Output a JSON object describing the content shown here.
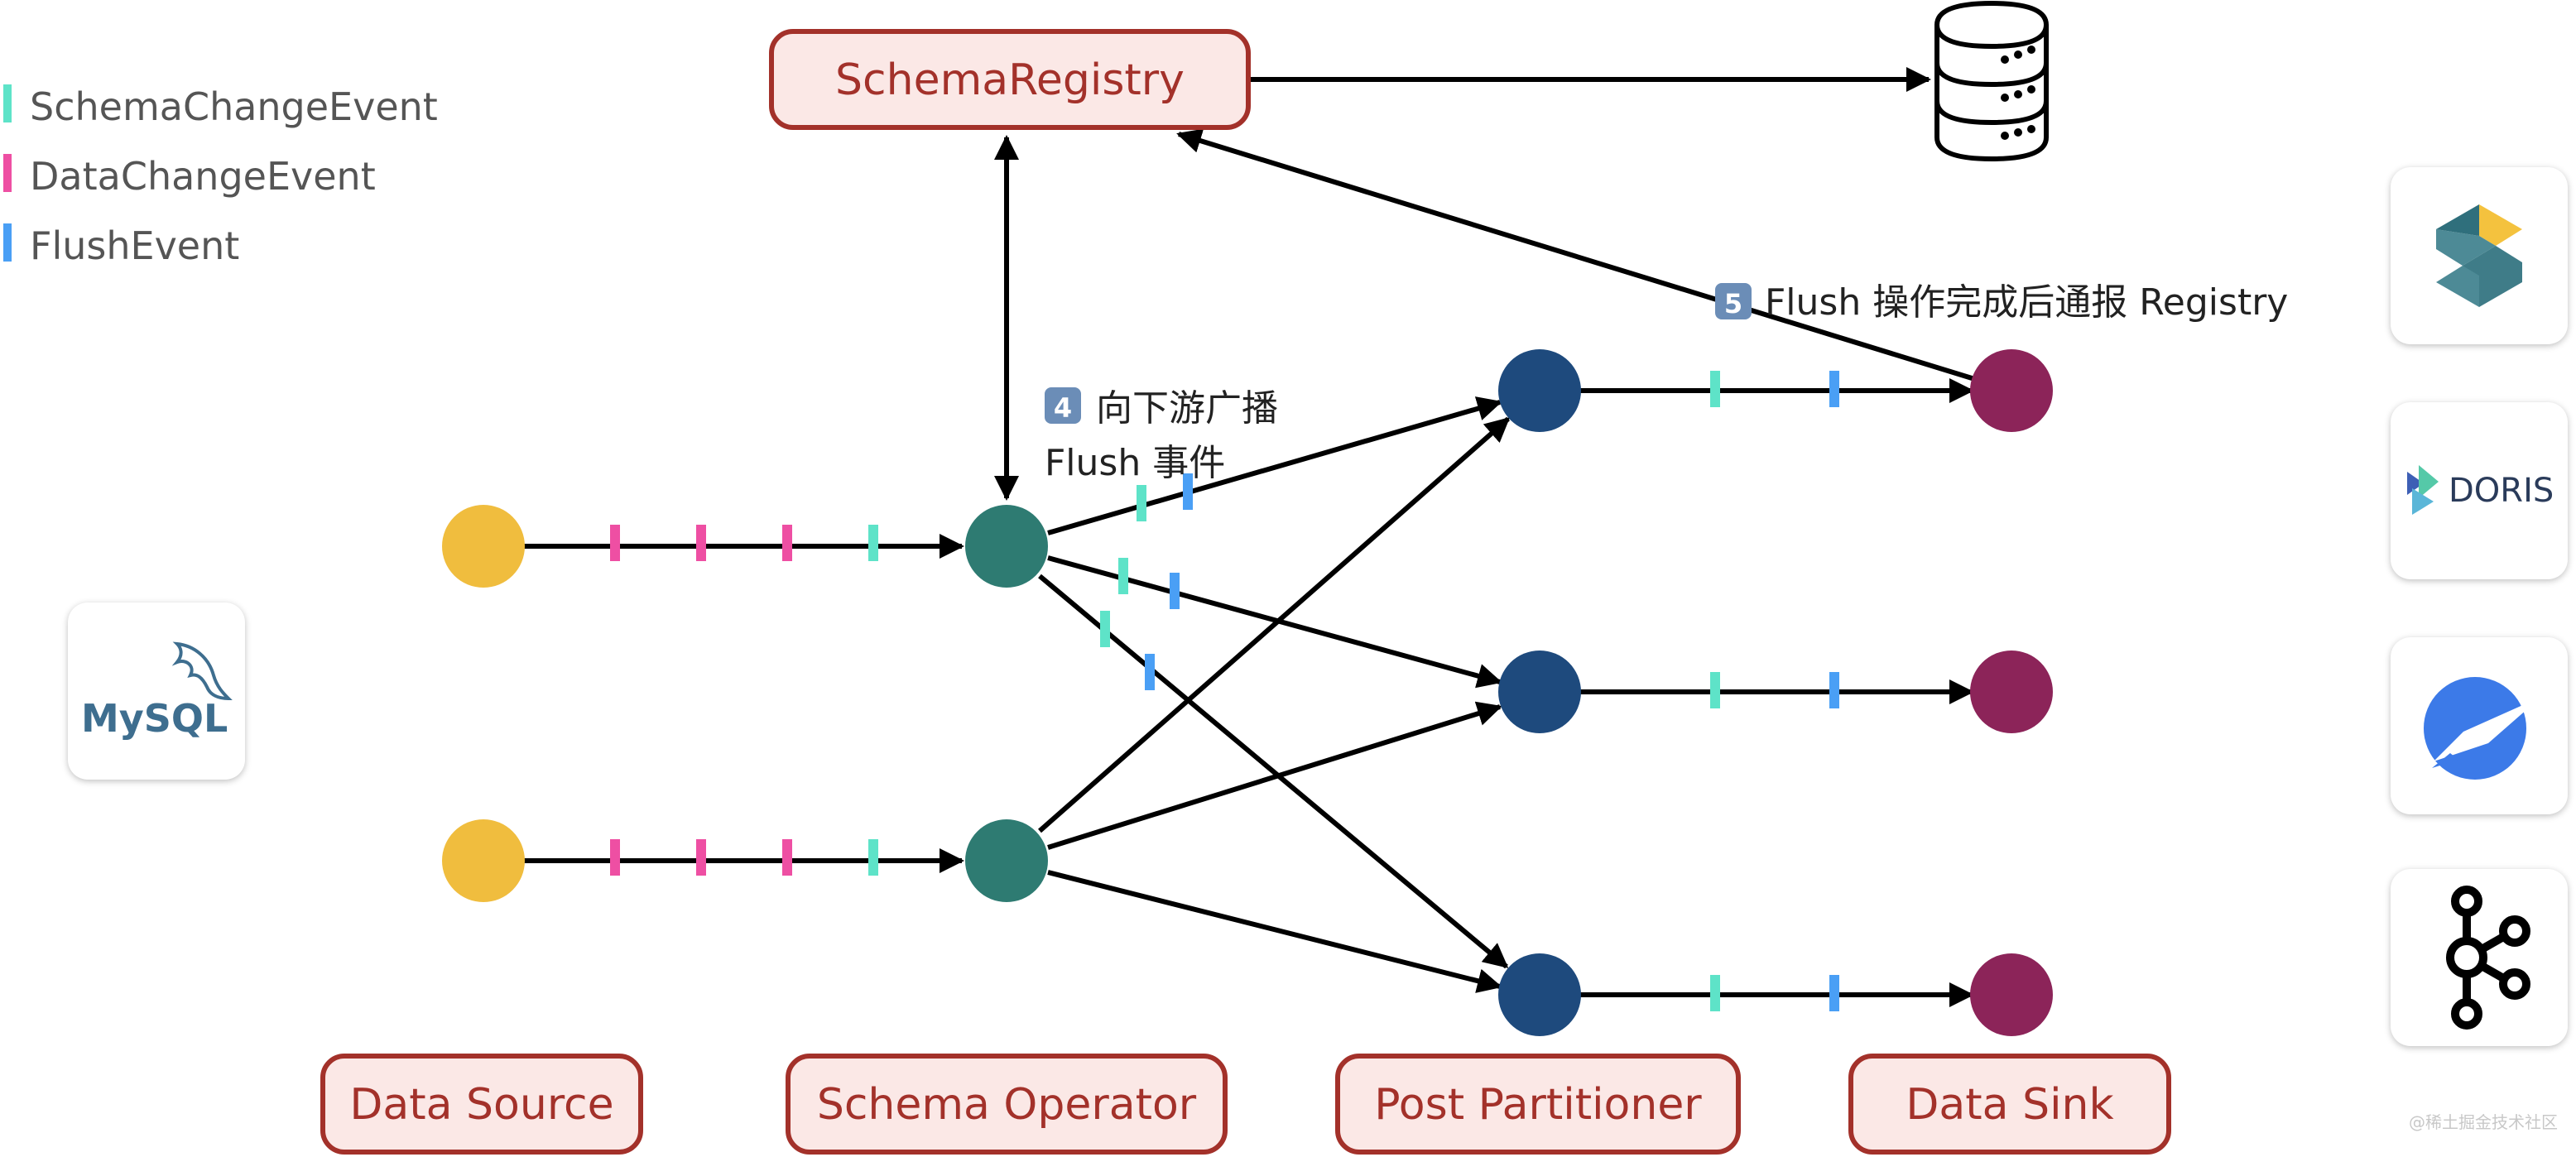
{
  "legend": [
    {
      "label": "SchemaChangeEvent",
      "color": "#5ee3c8"
    },
    {
      "label": "DataChangeEvent",
      "color": "#ee4fa3"
    },
    {
      "label": "FlushEvent",
      "color": "#4a9ff5"
    }
  ],
  "schema_registry": {
    "label": "SchemaRegistry"
  },
  "stages": {
    "data_source": "Data Source",
    "schema_operator": "Schema Operator",
    "post_partitioner": "Post Partitioner",
    "data_sink": "Data Sink"
  },
  "annotations": {
    "step4_badge": "4",
    "step4_line1": "向下游广播",
    "step4_line2": "Flush 事件",
    "step5_badge": "5",
    "step5_text": "Flush 操作完成后通报 Registry"
  },
  "logos": {
    "source": [
      "mysql-logo"
    ],
    "sinks": [
      "flink-cdc-logo",
      "doris-logo",
      "starrocks-logo",
      "kafka-logo"
    ],
    "doris_text": "DORIS",
    "mysql_text": "MySQL"
  },
  "colors": {
    "source_node": "#f0bd3e",
    "schema_node": "#2e7b72",
    "partition_node": "#1e4a7d",
    "sink_node": "#8c2459",
    "box_fill": "#fbe8e6",
    "box_border": "#a3312a",
    "box_text": "#a3312a",
    "schema_change": "#5ee3c8",
    "data_change": "#ee4fa3",
    "flush": "#4a9ff5"
  },
  "watermark": "@稀土掘金技术社区"
}
